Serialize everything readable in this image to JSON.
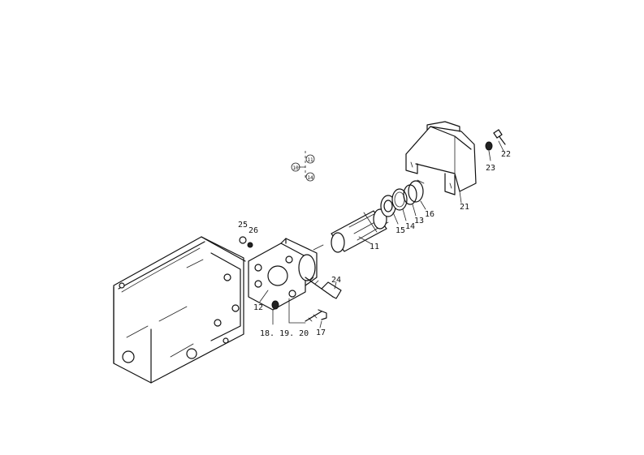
{
  "callouts": {
    "c11": "11",
    "c12": "12",
    "c13": "13",
    "c14": "14",
    "c15": "15",
    "c16": "16",
    "c17": "17",
    "c18_19_20": "18. 19. 20",
    "c21": "21",
    "c22": "22",
    "c23": "23",
    "c24": "24",
    "c25": "25",
    "c26": "26"
  },
  "circled_refs": {
    "top": "11",
    "left": "10",
    "bottom": "14"
  }
}
